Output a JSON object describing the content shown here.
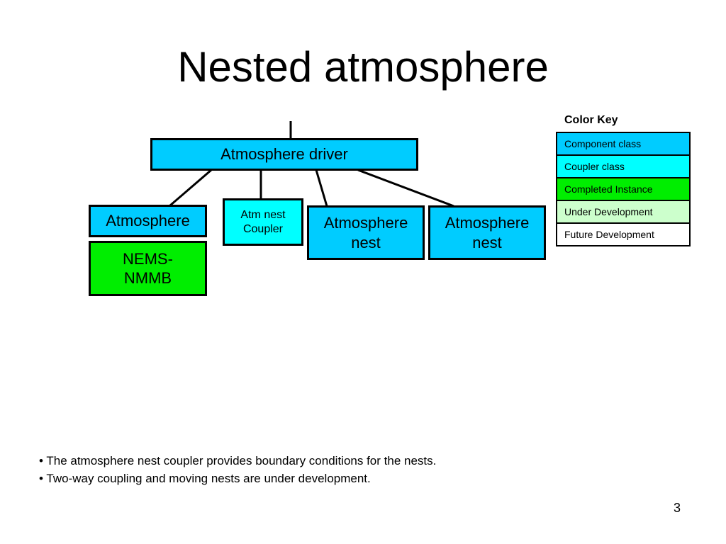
{
  "title": "Nested atmosphere",
  "colors": {
    "component_class": "#00ccff",
    "coupler_class": "#00ffff",
    "completed_instance": "#00ee00",
    "under_development": "#ccffcc",
    "future_development": "#ffffff"
  },
  "diagram": {
    "driver": "Atmosphere driver",
    "atmosphere": "Atmosphere",
    "coupler": "Atm nest\nCoupler",
    "nest_1": "Atmosphere\nnest",
    "nest_2": "Atmosphere\nnest",
    "nems": "NEMS-\nNMMB"
  },
  "color_key": {
    "title": "Color Key",
    "items": [
      {
        "label": "Component class",
        "color": "#00ccff"
      },
      {
        "label": "Coupler class",
        "color": "#00ffff"
      },
      {
        "label": "Completed Instance",
        "color": "#00ee00"
      },
      {
        "label": "Under Development",
        "color": "#ccffcc"
      },
      {
        "label": "Future Development",
        "color": "#ffffff"
      }
    ]
  },
  "bullets": [
    "• The atmosphere nest coupler provides boundary conditions for the nests.",
    "• Two-way coupling and moving nests are under development."
  ],
  "page_number": "3"
}
